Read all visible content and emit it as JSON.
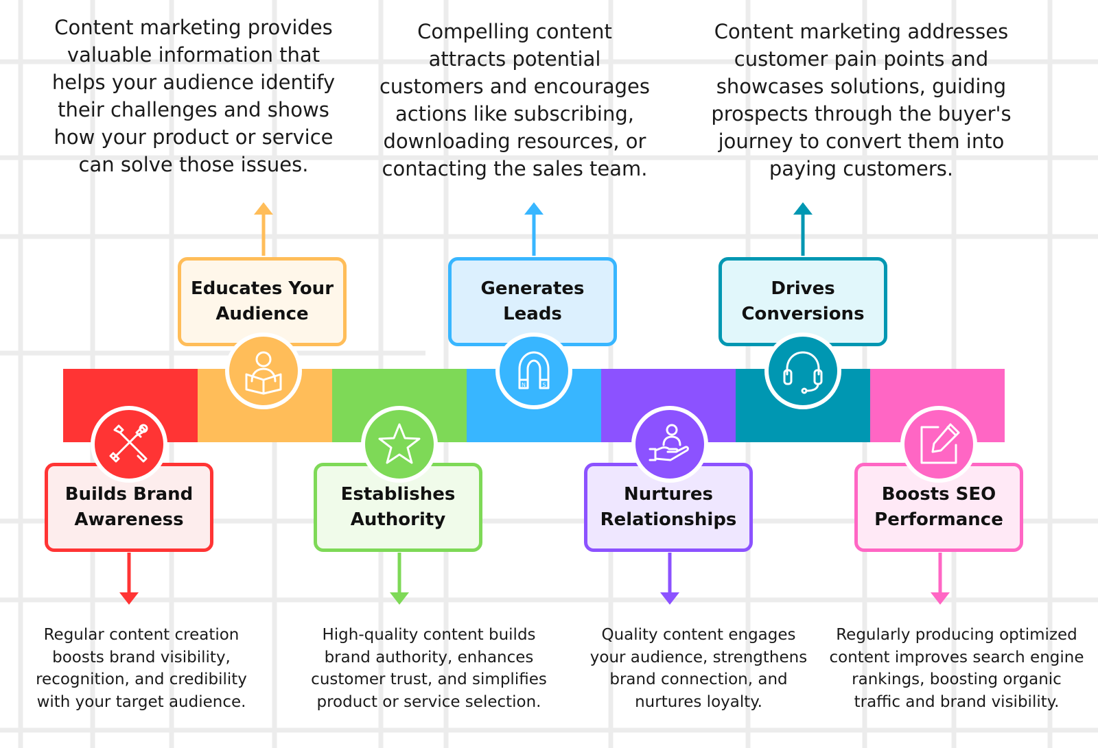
{
  "items": [
    {
      "key": "brand",
      "title_line1": "Builds Brand",
      "title_line2": "Awareness",
      "description": [
        "Regular content creation",
        "boosts brand visibility,",
        "recognition, and credibility",
        "with your target audience."
      ],
      "color": "#ff3434",
      "light": "#fdeded",
      "icon": "tools-icon"
    },
    {
      "key": "educate",
      "title_line1": "Educates Your",
      "title_line2": "Audience",
      "description": [
        "Content marketing provides",
        "valuable information that",
        "helps your audience identify",
        "their challenges and shows",
        "how your product or service",
        "can solve those issues."
      ],
      "color": "#ffbd59",
      "light": "#fff7ea",
      "icon": "reader-icon"
    },
    {
      "key": "authority",
      "title_line1": "Establishes",
      "title_line2": "Authority",
      "description": [
        "High-quality content builds",
        "brand authority, enhances",
        "customer trust, and simplifies",
        "product or service selection."
      ],
      "color": "#7ed957",
      "light": "#f0fbea",
      "icon": "star-icon"
    },
    {
      "key": "leads",
      "title_line1": "Generates",
      "title_line2": "Leads",
      "description": [
        "Compelling content",
        "attracts potential",
        "customers and encourages",
        "actions like subscribing,",
        "downloading resources, or",
        "contacting the sales team."
      ],
      "color": "#38b6ff",
      "light": "#dcf0fe",
      "icon": "magnet-icon"
    },
    {
      "key": "nurture",
      "title_line1": "Nurtures",
      "title_line2": "Relationships",
      "description": [
        "Quality content engages",
        "your audience, strengthens",
        "brand connection, and",
        "nurtures loyalty."
      ],
      "color": "#8c52ff",
      "light": "#efe7ff",
      "icon": "hand-person-icon"
    },
    {
      "key": "convert",
      "title_line1": "Drives",
      "title_line2": "Conversions",
      "description": [
        "Content marketing addresses",
        "customer pain points and",
        "showcases solutions, guiding",
        "prospects through the buyer's",
        "journey to convert them into",
        "paying customers."
      ],
      "color": "#0097b2",
      "light": "#e1f7fb",
      "icon": "headset-icon"
    },
    {
      "key": "seo",
      "title_line1": "Boosts SEO",
      "title_line2": "Performance",
      "description": [
        "Regularly producing optimized",
        "content improves search engine",
        "rankings, boosting organic",
        "traffic and brand visibility."
      ],
      "color": "#ff66c4",
      "light": "#ffe9f6",
      "icon": "edit-icon"
    }
  ]
}
